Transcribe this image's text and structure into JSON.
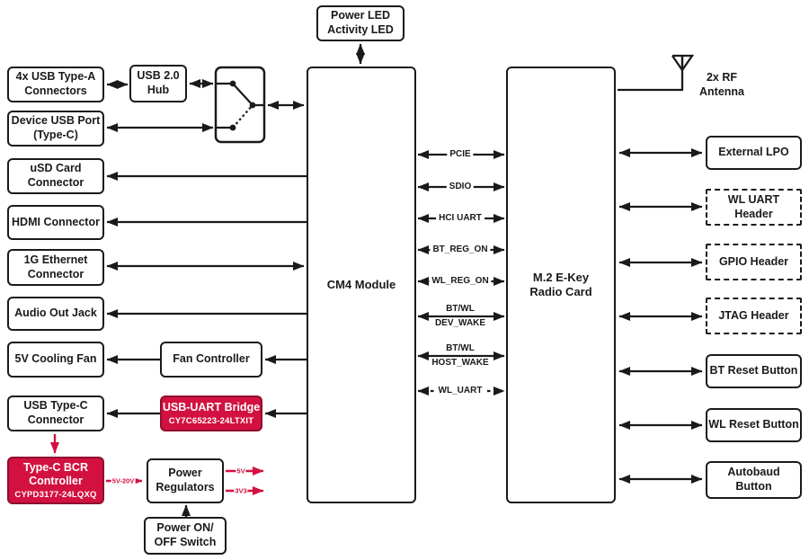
{
  "diagram": {
    "nodes": {
      "power_led": {
        "label": "Power LED\nActivity LED"
      },
      "usb_typea": {
        "label": "4x USB Type-A\nConnectors"
      },
      "usb_hub": {
        "label": "USB 2.0\nHub"
      },
      "device_usb": {
        "label": "Device USB Port\n(Type-C)"
      },
      "usd_card": {
        "label": "uSD Card\nConnector"
      },
      "hdmi": {
        "label": "HDMI Connector"
      },
      "ethernet": {
        "label": "1G Ethernet\nConnector"
      },
      "audio": {
        "label": "Audio Out Jack"
      },
      "cooling_fan": {
        "label": "5V Cooling Fan"
      },
      "fan_controller": {
        "label": "Fan Controller"
      },
      "usbc_connector": {
        "label": "USB Type-C\nConnector"
      },
      "usb_uart_bridge": {
        "title": "USB-UART Bridge",
        "part": "CY7C65223-24LTXIT"
      },
      "typec_bcr": {
        "title": "Type-C BCR\nController",
        "part": "CYPD3177-24LQXQ"
      },
      "power_regulators": {
        "label": "Power\nRegulators"
      },
      "power_switch": {
        "label": "Power ON/\nOFF Switch"
      },
      "cm4": {
        "label": "CM4 Module"
      },
      "m2_radio": {
        "label": "M.2 E-Key\nRadio Card"
      },
      "rf_antenna": {
        "label": "2x RF\nAntenna"
      },
      "external_lpo": {
        "label": "External LPO"
      },
      "wl_uart_header": {
        "label": "WL UART\nHeader"
      },
      "gpio_header": {
        "label": "GPIO Header"
      },
      "jtag_header": {
        "label": "JTAG Header"
      },
      "bt_reset": {
        "label": "BT Reset Button"
      },
      "wl_reset": {
        "label": "WL Reset Button"
      },
      "autobaud": {
        "label": "Autobaud\nButton"
      }
    },
    "signals": {
      "pcie": "PCIE",
      "sdio": "SDIO",
      "hci_uart": "HCI UART",
      "bt_reg_on": "BT_REG_ON",
      "wl_reg_on": "WL_REG_ON",
      "btwl_dev_wake": "BT/WL\nDEV_WAKE",
      "btwl_host_wake": "BT/WL\nHOST_WAKE",
      "wl_uart": "WL_UART"
    },
    "power_labels": {
      "input": "5V-20V",
      "out1": "5V",
      "out2": "3V3"
    },
    "colors": {
      "accent_red": "#d31140",
      "line": "#1a1a1a",
      "background": "#ffffff"
    }
  }
}
